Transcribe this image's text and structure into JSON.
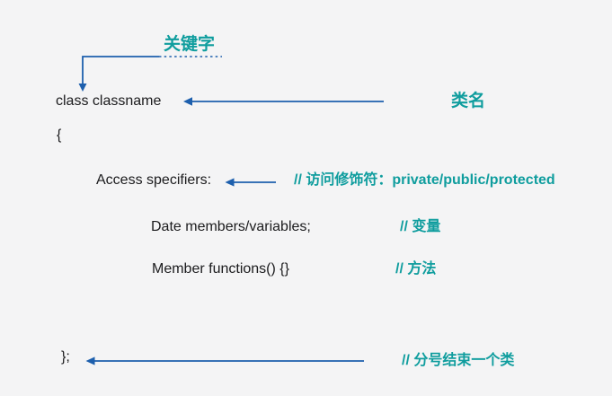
{
  "colors": {
    "background": "#f4f4f5",
    "teal": "#0f9d9e",
    "blue": "#1d5fad",
    "ink": "#1b1b1d"
  },
  "code": {
    "class_declaration": "class classname",
    "open_brace": "{",
    "access_specifiers": "Access specifiers:",
    "data_members": "Date members/variables;",
    "member_functions": "Member functions() {}",
    "close_brace": "};"
  },
  "annotations": {
    "keyword": "关键字",
    "class_name": "类名",
    "access_comment": "// 访问修饰符：private/public/protected",
    "variable_comment": "// 变量",
    "method_comment": "// 方法",
    "closing_comment": "// 分号结束一个类"
  }
}
